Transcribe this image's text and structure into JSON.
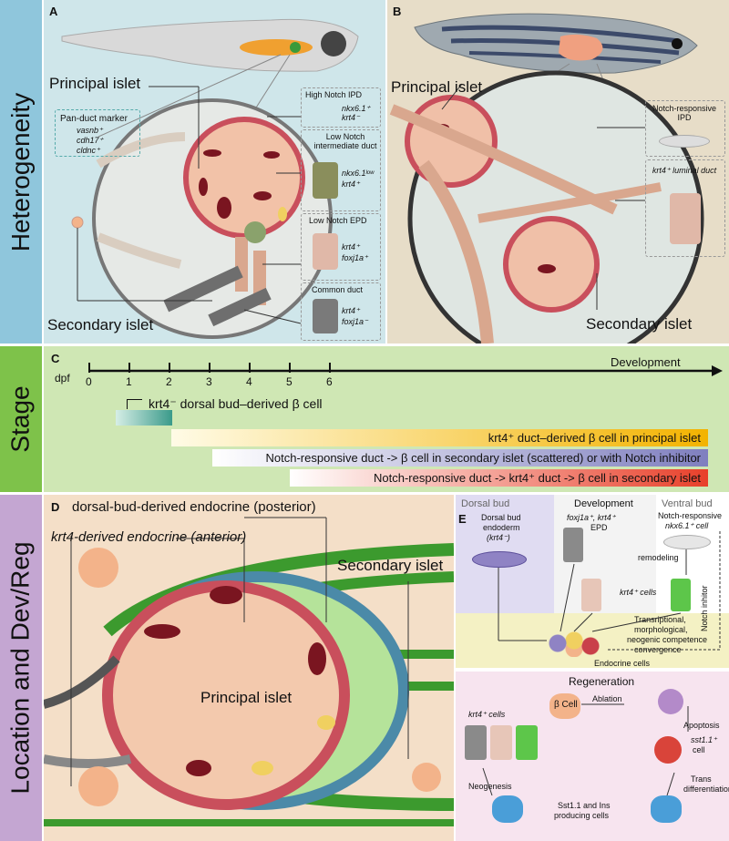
{
  "rows": {
    "heterogeneity": "Heterogeneity",
    "stage": "Stage",
    "location": "Location and Dev/Reg"
  },
  "colors": {
    "heterogeneity_side": "#8fc6dc",
    "stage_side": "#7ec24a",
    "location_side": "#c4a6d2",
    "panelA_bg": "#cfe6ea",
    "panelB_bg": "#e7ddc8",
    "stage_bg": "#cfe7b4",
    "panelD_bg": "#f4dfc8"
  },
  "panelA": {
    "letter": "A",
    "principal_islet": "Principal islet",
    "secondary_islet": "Secondary islet",
    "pan_duct_title": "Pan-duct marker",
    "pan_duct_markers": [
      "vasnb⁺",
      "cdh17⁺",
      "cldnc⁺"
    ],
    "duct_types": [
      {
        "title": "High Notch IPD",
        "markers": [
          "nkx6.1⁺",
          "krt4⁻"
        ]
      },
      {
        "title": "Low Notch intermediate duct",
        "markers": [
          "nkx6.1ˡᵒʷ",
          "krt4⁺"
        ]
      },
      {
        "title": "Low Notch EPD",
        "markers": [
          "krt4⁺",
          "foxj1a⁺"
        ]
      },
      {
        "title": "Common duct",
        "markers": [
          "krt4⁺",
          "foxj1a⁻"
        ]
      }
    ]
  },
  "panelB": {
    "letter": "B",
    "principal_islet": "Principal islet",
    "secondary_islet": "Secondary islet",
    "notch_ipd": "Notch-responsive IPD",
    "luminal_duct": "krt4⁺ luminal duct"
  },
  "panelC": {
    "letter": "C",
    "axis_unit": "dpf",
    "axis_title": "Development",
    "ticks": [
      "0",
      "1",
      "2",
      "3",
      "4",
      "5",
      "6"
    ],
    "bar1": "krt4⁻ dorsal bud–derived β cell",
    "bar2": "krt4⁺ duct–derived β cell in principal islet",
    "bar3": "Notch-responsive duct ->  β cell in secondary islet (scattered) or with Notch inhibitor",
    "bar4": "Notch-responsive duct -> krt4⁺ duct -> β cell in secondary islet"
  },
  "panelD": {
    "letter": "D",
    "dorsal_label": "dorsal-bud-derived endocrine (posterior)",
    "krt4_label": "krt4-derived endocrine (anterior)",
    "principal_islet": "Principal islet",
    "secondary_islet": "Secondary islet"
  },
  "panelE": {
    "letter": "E",
    "dorsal_bud": "Dorsal bud",
    "development": "Development",
    "ventral_bud": "Ventral bud",
    "dorsal_endoderm": [
      "Dorsal bud",
      "endoderm",
      "(krt4⁻)"
    ],
    "epd": [
      "foxj1a⁺, krt4⁺",
      "EPD"
    ],
    "notch_cell": [
      "Notch-responsive",
      "nkx6.1⁺ cell"
    ],
    "remodeling": "remodeling",
    "krt4_cells": "krt4⁺ cells",
    "notch_inhibitor": "Notch inhitor",
    "convergence": [
      "Transriptional,",
      "morphological,",
      "neogenic competence",
      "convergence"
    ],
    "endocrine_cells": "Endocrine cells",
    "regeneration": "Regeneration",
    "beta_cell": "β Cell",
    "ablation": "Ablation",
    "apoptosis": "Apoptosis",
    "krt4_cells_regen": "krt4⁺ cells",
    "sst_cell": [
      "sst1.1⁺",
      "cell"
    ],
    "neogenesis": "Neogenesis",
    "producing": [
      "Sst1.1 and Ins",
      "producing cells"
    ],
    "trans": [
      "Trans",
      "differentiation"
    ]
  }
}
